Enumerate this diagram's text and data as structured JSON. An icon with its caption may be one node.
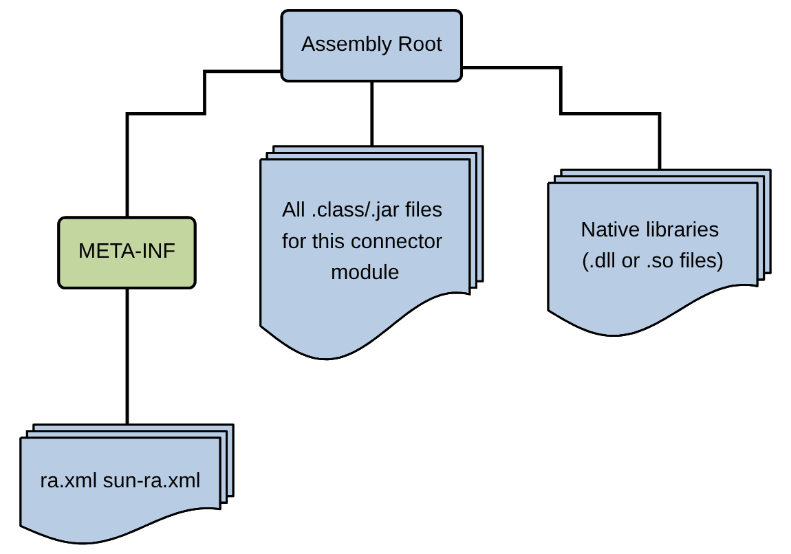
{
  "diagram": {
    "nodes": [
      {
        "text": [
          "Assembly Root"
        ]
      },
      {
        "text": [
          "META-INF"
        ]
      },
      {
        "text": [
          "ra.xml sun-ra.xml"
        ]
      },
      {
        "text": [
          "All .class/.jar files for this connector module"
        ]
      },
      {
        "text": [
          "Native libraries (.dll or .so files)"
        ]
      }
    ],
    "edges": [
      {
        "from": 0,
        "to": 1,
        "arrow": "none"
      },
      {
        "from": 0,
        "to": 3,
        "arrow": "none"
      },
      {
        "from": 0,
        "to": 4,
        "arrow": "none"
      },
      {
        "from": 1,
        "to": 2,
        "arrow": "none"
      }
    ]
  }
}
